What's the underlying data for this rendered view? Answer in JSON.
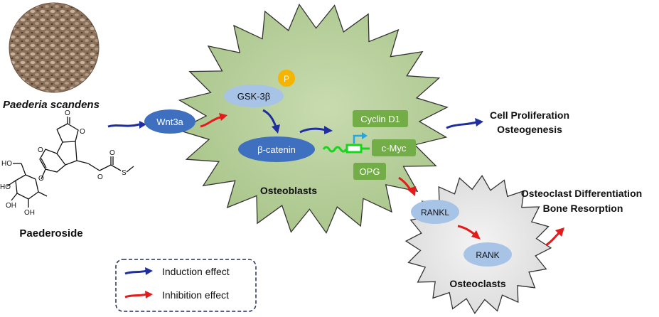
{
  "plant": {
    "name": "Paederia scandens",
    "compound": "Paederoside"
  },
  "proteins": {
    "wnt3a": "Wnt3a",
    "gsk3b": "GSK-3β",
    "phospho": "P",
    "beta_catenin": "β-catenin",
    "rankl": "RANKL",
    "rank": "RANK"
  },
  "genes": {
    "cyclin_d1": "Cyclin D1",
    "c_myc": "c-Myc",
    "opg": "OPG"
  },
  "cells": {
    "osteoblasts": "Osteoblasts",
    "osteoclasts": "Osteoclasts"
  },
  "outcomes": {
    "proliferation_line1": "Cell Proliferation",
    "proliferation_line2": "Osteogenesis",
    "resorption_line1": "Osteoclast Differentiation",
    "resorption_line2": "Bone Resorption"
  },
  "legend": {
    "induction": "Induction effect",
    "inhibition": "Inhibition effect"
  },
  "chemistry": {
    "oh1": "HO",
    "oh2": "HO",
    "oh3": "OH",
    "oh4": "OH",
    "o1": "O",
    "o2": "O",
    "o3": "O",
    "o4": "O",
    "o5": "O",
    "o6": "O",
    "s": "S"
  },
  "colors": {
    "induction": "#1f2e9e",
    "inhibition": "#e31b1b",
    "osteoblast_fill": "#b6cf98",
    "osteoclast_fill": "#e4e4e4",
    "protein_dark": "#3f6fbf",
    "protein_light": "#a7c3e6",
    "gene_box": "#72ad47",
    "phospho": "#f5b400"
  }
}
